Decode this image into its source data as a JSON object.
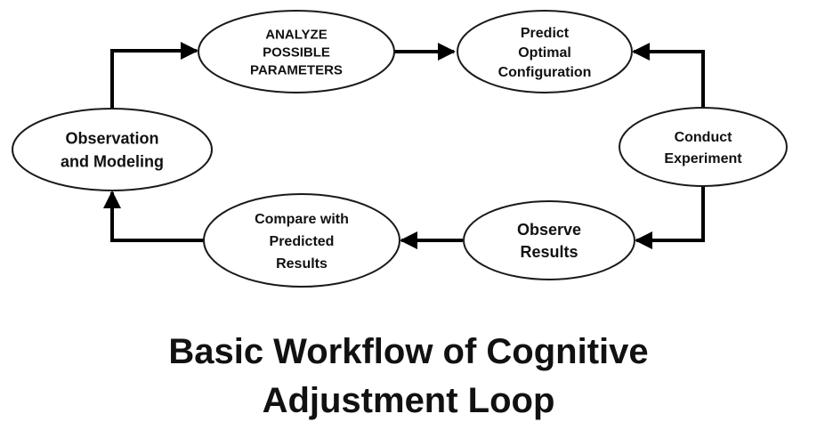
{
  "diagram": {
    "nodes": [
      {
        "id": "analyze",
        "lines": [
          "ANALYZE",
          "POSSIBLE",
          "PARAMETERS"
        ]
      },
      {
        "id": "predict",
        "lines": [
          "Predict",
          "Optimal",
          "Configuration"
        ]
      },
      {
        "id": "conduct",
        "lines": [
          "Conduct",
          "Experiment"
        ]
      },
      {
        "id": "observe",
        "lines": [
          "Observe",
          "Results"
        ]
      },
      {
        "id": "compare",
        "lines": [
          "Compare with",
          "Predicted",
          "Results"
        ]
      },
      {
        "id": "observation",
        "lines": [
          "Observation",
          "and Modeling"
        ]
      }
    ],
    "edges": [
      {
        "from": "observation",
        "to": "analyze"
      },
      {
        "from": "analyze",
        "to": "predict"
      },
      {
        "from": "conduct",
        "to": "predict"
      },
      {
        "from": "conduct",
        "to": "observe"
      },
      {
        "from": "observe",
        "to": "compare"
      },
      {
        "from": "compare",
        "to": "observation"
      }
    ],
    "colors": {
      "line": "#000000",
      "node_fill": "#ffffff",
      "node_stroke": "#1a1a1a",
      "text": "#111111"
    }
  },
  "title": {
    "line1": "Basic Workflow of Cognitive",
    "line2": "Adjustment Loop"
  }
}
